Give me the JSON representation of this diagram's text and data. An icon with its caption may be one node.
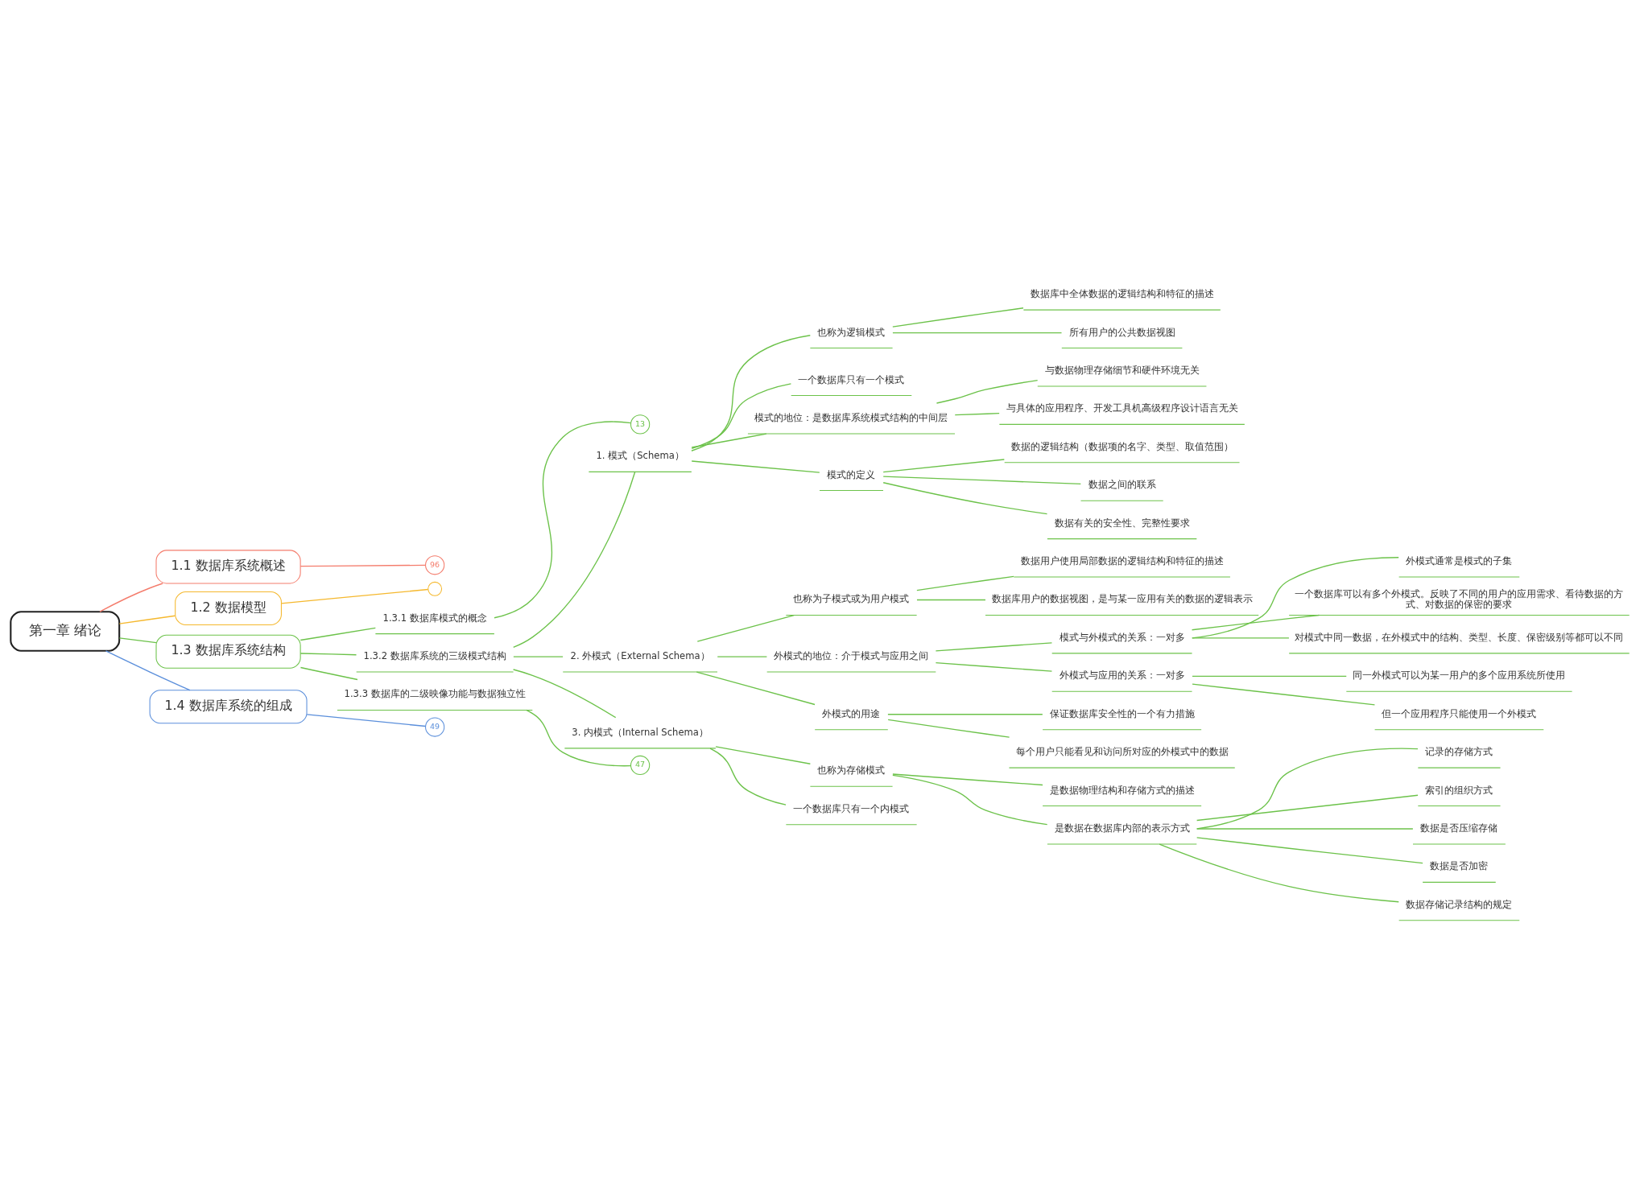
{
  "diagram": {
    "nodes": [
      {
        "text": [
          "第一章 绪论"
        ]
      },
      {
        "text": [
          "1.1 数据库系统概述"
        ]
      },
      {
        "text": [
          "96"
        ]
      },
      {
        "text": [
          "1.2 数据模型"
        ]
      },
      {
        "text": [],
        "shape": "circle"
      },
      {
        "text": [
          "1.3 数据库系统结构"
        ]
      },
      {
        "text": [
          "1.3.1 数据库模式的概念"
        ]
      },
      {
        "text": [
          "13"
        ]
      },
      {
        "text": [
          "1.3.2 数据库系统的三级模式结构"
        ]
      },
      {
        "text": [
          "1. 模式（Schema）"
        ]
      },
      {
        "text": [
          "也称为逻辑模式"
        ]
      },
      {
        "text": [
          "数据库中全体数据的逻辑结构和特征的描述"
        ]
      },
      {
        "text": [
          "所有用户的公共数据视图"
        ]
      },
      {
        "text": [
          "一个数据库只有一个模式"
        ]
      },
      {
        "text": [
          "模式的地位：是数据库系统模式结构的中间层"
        ]
      },
      {
        "text": [
          "与数据物理存储细节和硬件环境无关"
        ]
      },
      {
        "text": [
          "与具体的应用程序、开发工具机高级程序设计语言无关"
        ]
      },
      {
        "text": [
          "模式的定义"
        ]
      },
      {
        "text": [
          "数据的逻辑结构（数据项的名字、类型、取值范围）"
        ]
      },
      {
        "text": [
          "数据之间的联系"
        ]
      },
      {
        "text": [
          "数据有关的安全性、完整性要求"
        ]
      },
      {
        "text": [
          "2. 外模式（External Schema）"
        ]
      },
      {
        "text": [
          "也称为子模式或为用户模式"
        ]
      },
      {
        "text": [
          "数据用户使用局部数据的逻辑结构和特征的描述"
        ]
      },
      {
        "text": [
          "数据库用户的数据视图，是与某一应用有关的数据的逻辑表示"
        ]
      },
      {
        "text": [
          "外模式的地位：介于模式与应用之间"
        ]
      },
      {
        "text": [
          "模式与外模式的关系：一对多"
        ]
      },
      {
        "text": [
          "外模式通常是模式的子集"
        ]
      },
      {
        "text": [
          "一个数据库可以有多个外模式。反映了不同的用户的应用需求、看待数据的方式、对数据的保密的要求"
        ]
      },
      {
        "text": [
          "对模式中同一数据，在外模式中的结构、类型、长度、保密级别等都可以不同"
        ]
      },
      {
        "text": [
          "外模式与应用的关系：一对多"
        ]
      },
      {
        "text": [
          "同一外模式可以为某一用户的多个应用系统所使用"
        ]
      },
      {
        "text": [
          "但一个应用程序只能使用一个外模式"
        ]
      },
      {
        "text": [
          "外模式的用途"
        ]
      },
      {
        "text": [
          "保证数据库安全性的一个有力措施"
        ]
      },
      {
        "text": [
          "每个用户只能看见和访问所对应的外模式中的数据"
        ]
      },
      {
        "text": [
          "3. 内模式（Internal Schema）"
        ]
      },
      {
        "text": [
          "也称为存储模式"
        ]
      },
      {
        "text": [
          "是数据物理结构和存储方式的描述"
        ]
      },
      {
        "text": [
          "是数据在数据库内部的表示方式"
        ]
      },
      {
        "text": [
          "记录的存储方式"
        ]
      },
      {
        "text": [
          "索引的组织方式"
        ]
      },
      {
        "text": [
          "数据是否压缩存储"
        ]
      },
      {
        "text": [
          "数据是否加密"
        ]
      },
      {
        "text": [
          "数据存储记录结构的规定"
        ]
      },
      {
        "text": [
          "一个数据库只有一个内模式"
        ]
      },
      {
        "text": [
          "1.3.3 数据库的二级映像功能与数据独立性"
        ]
      },
      {
        "text": [
          "47"
        ]
      },
      {
        "text": [
          "1.4 数据库系统的组成"
        ]
      },
      {
        "text": [
          "49"
        ]
      }
    ],
    "edges": [
      {
        "from": 0,
        "to": 1,
        "arrow": "none",
        "color": "#f47c6c"
      },
      {
        "from": 1,
        "to": 2,
        "arrow": "none",
        "color": "#f47c6c"
      },
      {
        "from": 0,
        "to": 3,
        "arrow": "none",
        "color": "#f5b82e"
      },
      {
        "from": 3,
        "to": 4,
        "arrow": "none",
        "color": "#f5b82e"
      },
      {
        "from": 0,
        "to": 5,
        "arrow": "none"
      },
      {
        "from": 5,
        "to": 6,
        "arrow": "none"
      },
      {
        "from": 6,
        "to": 7,
        "arrow": "none"
      },
      {
        "from": 5,
        "to": 8,
        "arrow": "none"
      },
      {
        "from": 8,
        "to": 9,
        "arrow": "none"
      },
      {
        "from": 9,
        "to": 10,
        "arrow": "none"
      },
      {
        "from": 10,
        "to": 11,
        "arrow": "none"
      },
      {
        "from": 10,
        "to": 12,
        "arrow": "none"
      },
      {
        "from": 9,
        "to": 13,
        "arrow": "none"
      },
      {
        "from": 9,
        "to": 14,
        "arrow": "none"
      },
      {
        "from": 14,
        "to": 15,
        "arrow": "none"
      },
      {
        "from": 14,
        "to": 16,
        "arrow": "none"
      },
      {
        "from": 9,
        "to": 17,
        "arrow": "none"
      },
      {
        "from": 17,
        "to": 18,
        "arrow": "none"
      },
      {
        "from": 17,
        "to": 19,
        "arrow": "none"
      },
      {
        "from": 17,
        "to": 20,
        "arrow": "none"
      },
      {
        "from": 8,
        "to": 21,
        "arrow": "none"
      },
      {
        "from": 21,
        "to": 22,
        "arrow": "none"
      },
      {
        "from": 22,
        "to": 23,
        "arrow": "none"
      },
      {
        "from": 22,
        "to": 24,
        "arrow": "none"
      },
      {
        "from": 21,
        "to": 25,
        "arrow": "none"
      },
      {
        "from": 25,
        "to": 26,
        "arrow": "none"
      },
      {
        "from": 26,
        "to": 27,
        "arrow": "none"
      },
      {
        "from": 26,
        "to": 28,
        "arrow": "none"
      },
      {
        "from": 26,
        "to": 29,
        "arrow": "none"
      },
      {
        "from": 25,
        "to": 30,
        "arrow": "none"
      },
      {
        "from": 30,
        "to": 31,
        "arrow": "none"
      },
      {
        "from": 30,
        "to": 32,
        "arrow": "none"
      },
      {
        "from": 21,
        "to": 33,
        "arrow": "none"
      },
      {
        "from": 33,
        "to": 34,
        "arrow": "none"
      },
      {
        "from": 33,
        "to": 35,
        "arrow": "none"
      },
      {
        "from": 8,
        "to": 36,
        "arrow": "none"
      },
      {
        "from": 36,
        "to": 37,
        "arrow": "none"
      },
      {
        "from": 37,
        "to": 38,
        "arrow": "none"
      },
      {
        "from": 37,
        "to": 39,
        "arrow": "none"
      },
      {
        "from": 39,
        "to": 40,
        "arrow": "none"
      },
      {
        "from": 39,
        "to": 41,
        "arrow": "none"
      },
      {
        "from": 39,
        "to": 42,
        "arrow": "none"
      },
      {
        "from": 39,
        "to": 43,
        "arrow": "none"
      },
      {
        "from": 39,
        "to": 44,
        "arrow": "none"
      },
      {
        "from": 36,
        "to": 45,
        "arrow": "none"
      },
      {
        "from": 5,
        "to": 46,
        "arrow": "none"
      },
      {
        "from": 46,
        "to": 47,
        "arrow": "none"
      },
      {
        "from": 0,
        "to": 48,
        "arrow": "none",
        "color": "#5b8fdb"
      },
      {
        "from": 48,
        "to": 49,
        "arrow": "none",
        "color": "#5b8fdb"
      }
    ]
  }
}
